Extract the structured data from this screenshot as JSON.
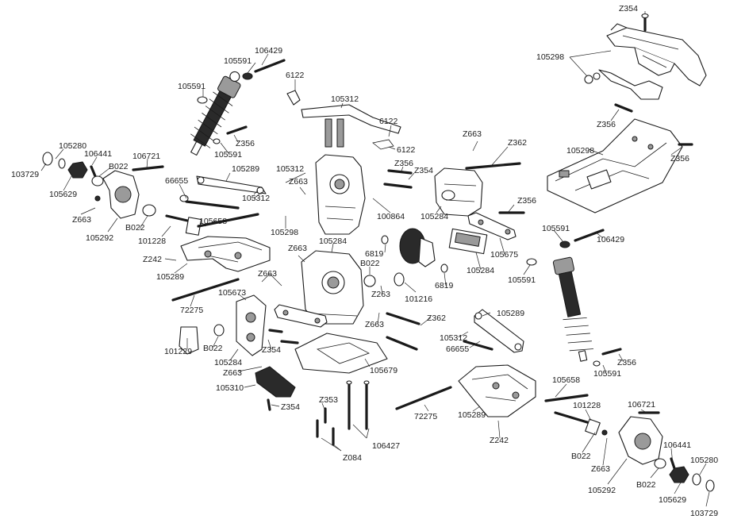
{
  "diagram": {
    "labels": [
      {
        "id": "l-z354-top",
        "text": "Z354"
      },
      {
        "id": "l-106429-top",
        "text": "106429"
      },
      {
        "id": "l-105591-a",
        "text": "105591"
      },
      {
        "id": "l-105298-top",
        "text": "105298"
      },
      {
        "id": "l-6122-a",
        "text": "6122"
      },
      {
        "id": "l-105591-b",
        "text": "105591"
      },
      {
        "id": "l-105312-top",
        "text": "105312"
      },
      {
        "id": "l-6122-b",
        "text": "6122"
      },
      {
        "id": "l-z356-a",
        "text": "Z356"
      },
      {
        "id": "l-105591-c",
        "text": "105591"
      },
      {
        "id": "l-z356-b",
        "text": "Z356"
      },
      {
        "id": "l-6122-c",
        "text": "6122"
      },
      {
        "id": "l-z663-a",
        "text": "Z663"
      },
      {
        "id": "l-z362-a",
        "text": "Z362"
      },
      {
        "id": "l-105280-l",
        "text": "105280"
      },
      {
        "id": "l-106441-l",
        "text": "106441"
      },
      {
        "id": "l-106721-l",
        "text": "106721"
      },
      {
        "id": "l-105298-mid",
        "text": "105298"
      },
      {
        "id": "l-b022-a",
        "text": "B022"
      },
      {
        "id": "l-105289-a",
        "text": "105289"
      },
      {
        "id": "l-105312-b",
        "text": "105312"
      },
      {
        "id": "l-z356-c",
        "text": "Z356"
      },
      {
        "id": "l-z354-b",
        "text": "Z354"
      },
      {
        "id": "l-z356-d",
        "text": "Z356"
      },
      {
        "id": "l-103729-l",
        "text": "103729"
      },
      {
        "id": "l-66655-a",
        "text": "66655"
      },
      {
        "id": "l-z663-b",
        "text": "Z663"
      },
      {
        "id": "l-105629-l",
        "text": "105629"
      },
      {
        "id": "l-105312-c",
        "text": "105312"
      },
      {
        "id": "l-105284-a",
        "text": "105284"
      },
      {
        "id": "l-100864",
        "text": "100864"
      },
      {
        "id": "l-z663-c",
        "text": "Z663"
      },
      {
        "id": "l-105658-a",
        "text": "105658"
      },
      {
        "id": "l-105298-c",
        "text": "105298"
      },
      {
        "id": "l-z356-e",
        "text": "Z356"
      },
      {
        "id": "l-105292-l",
        "text": "105292"
      },
      {
        "id": "l-b022-b",
        "text": "B022"
      },
      {
        "id": "l-101228-a",
        "text": "101228"
      },
      {
        "id": "l-105591-d",
        "text": "105591"
      },
      {
        "id": "l-106429-b",
        "text": "106429"
      },
      {
        "id": "l-105284-b",
        "text": "105284"
      },
      {
        "id": "l-z663-d",
        "text": "Z663"
      },
      {
        "id": "l-6819-a",
        "text": "6819"
      },
      {
        "id": "l-105675",
        "text": "105675"
      },
      {
        "id": "l-z242-a",
        "text": "Z242"
      },
      {
        "id": "l-b022-c",
        "text": "B022"
      },
      {
        "id": "l-105284-c",
        "text": "105284"
      },
      {
        "id": "l-105591-e",
        "text": "105591"
      },
      {
        "id": "l-105289-b",
        "text": "105289"
      },
      {
        "id": "l-z663-e",
        "text": "Z663"
      },
      {
        "id": "l-6819-b",
        "text": "6819"
      },
      {
        "id": "l-z263",
        "text": "Z263"
      },
      {
        "id": "l-101216",
        "text": "101216"
      },
      {
        "id": "l-105673",
        "text": "105673"
      },
      {
        "id": "l-72275-a",
        "text": "72275"
      },
      {
        "id": "l-105289-c",
        "text": "105289"
      },
      {
        "id": "l-z362-b",
        "text": "Z362"
      },
      {
        "id": "l-z663-f",
        "text": "Z663"
      },
      {
        "id": "l-105312-d",
        "text": "105312"
      },
      {
        "id": "l-66655-b",
        "text": "66655"
      },
      {
        "id": "l-101229",
        "text": "101229"
      },
      {
        "id": "l-b022-d",
        "text": "B022"
      },
      {
        "id": "l-z354-c",
        "text": "Z354"
      },
      {
        "id": "l-105284-d",
        "text": "105284"
      },
      {
        "id": "l-z663-g",
        "text": "Z663"
      },
      {
        "id": "l-105679",
        "text": "105679"
      },
      {
        "id": "l-105591-f",
        "text": "105591"
      },
      {
        "id": "l-z356-f",
        "text": "Z356"
      },
      {
        "id": "l-105310",
        "text": "105310"
      },
      {
        "id": "l-105658-b",
        "text": "105658"
      },
      {
        "id": "l-z353",
        "text": "Z353"
      },
      {
        "id": "l-z354-d",
        "text": "Z354"
      },
      {
        "id": "l-101228-b",
        "text": "101228"
      },
      {
        "id": "l-106721-r",
        "text": "106721"
      },
      {
        "id": "l-72275-b",
        "text": "72275"
      },
      {
        "id": "l-105289-d",
        "text": "105289"
      },
      {
        "id": "l-z242-b",
        "text": "Z242"
      },
      {
        "id": "l-106427",
        "text": "106427"
      },
      {
        "id": "l-z084",
        "text": "Z084"
      },
      {
        "id": "l-b022-e",
        "text": "B022"
      },
      {
        "id": "l-106441-r",
        "text": "106441"
      },
      {
        "id": "l-z663-h",
        "text": "Z663"
      },
      {
        "id": "l-105280-r",
        "text": "105280"
      },
      {
        "id": "l-b022-f",
        "text": "B022"
      },
      {
        "id": "l-105292-r",
        "text": "105292"
      },
      {
        "id": "l-105629-r",
        "text": "105629"
      },
      {
        "id": "l-103729-r",
        "text": "103729"
      }
    ]
  }
}
